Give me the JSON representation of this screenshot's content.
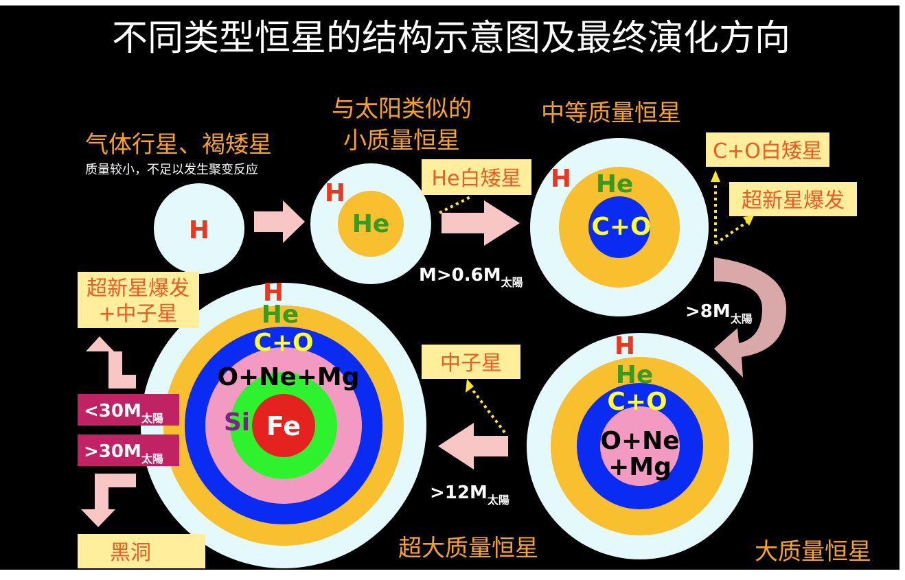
{
  "title": "不同类型恒星的结构示意图及最终演化方向",
  "colors": {
    "background": "#000000",
    "hydrogen_fill": "#e4f9fb",
    "helium_fill": "#f8bf2e",
    "carbon_oxygen_fill": "#0a2cf2",
    "ne_mg_fill": "#f39ac3",
    "si_fill": "#2ef22e",
    "fe_fill": "#e4231f",
    "h_text": "#e8381f",
    "he_text": "#3a9a1f",
    "co_text": "#ffff33",
    "orange_text": "#f7a51e",
    "box_fill": "#ffef9c",
    "box_text": "#ee5a24",
    "arrow_fill": "#f9c6c6",
    "curve_arrow": "#d9a9a9",
    "mass_box": "#c02264",
    "dotted": "#ffe628"
  },
  "stars": {
    "planet": {
      "name": "气体行星、褐矮星",
      "note": "质量较小，不足以发生聚变反应",
      "h": "H"
    },
    "sunlike": {
      "name_line1": "与太阳类似的",
      "name_line2": "小质量恒星",
      "h": "H",
      "he": "He"
    },
    "medium": {
      "name": "中等质量恒星",
      "h": "H",
      "he": "He",
      "co": "C+O"
    },
    "massive": {
      "name": "大质量恒星",
      "h": "H",
      "he": "He",
      "co": "C+O",
      "onemg_line1": "O+Ne",
      "onemg_line2": "+Mg"
    },
    "supermassive": {
      "name": "超大质量恒星",
      "h": "H",
      "he": "He",
      "co": "C+O",
      "onemg": "O+Ne+Mg",
      "si": "Si",
      "fe": "Fe"
    }
  },
  "outcomes": {
    "he_white_dwarf": "He白矮星",
    "co_white_dwarf": "C+O白矮星",
    "supernova": "超新星爆发",
    "supernova_neutron_line1": "超新星爆发",
    "supernova_neutron_line2": "+中子星",
    "neutron_star": "中子星",
    "black_hole": "黑洞"
  },
  "mass_labels": {
    "m06": {
      "prefix": "M>0.6M",
      "sub": "太陽"
    },
    "m8": {
      "prefix": ">8M",
      "sub": "太陽"
    },
    "m12": {
      "prefix": ">12M",
      "sub": "太陽"
    },
    "lt30": {
      "prefix": "<30M",
      "sub": "太陽"
    },
    "gt30": {
      "prefix": ">30M",
      "sub": "太陽"
    }
  }
}
